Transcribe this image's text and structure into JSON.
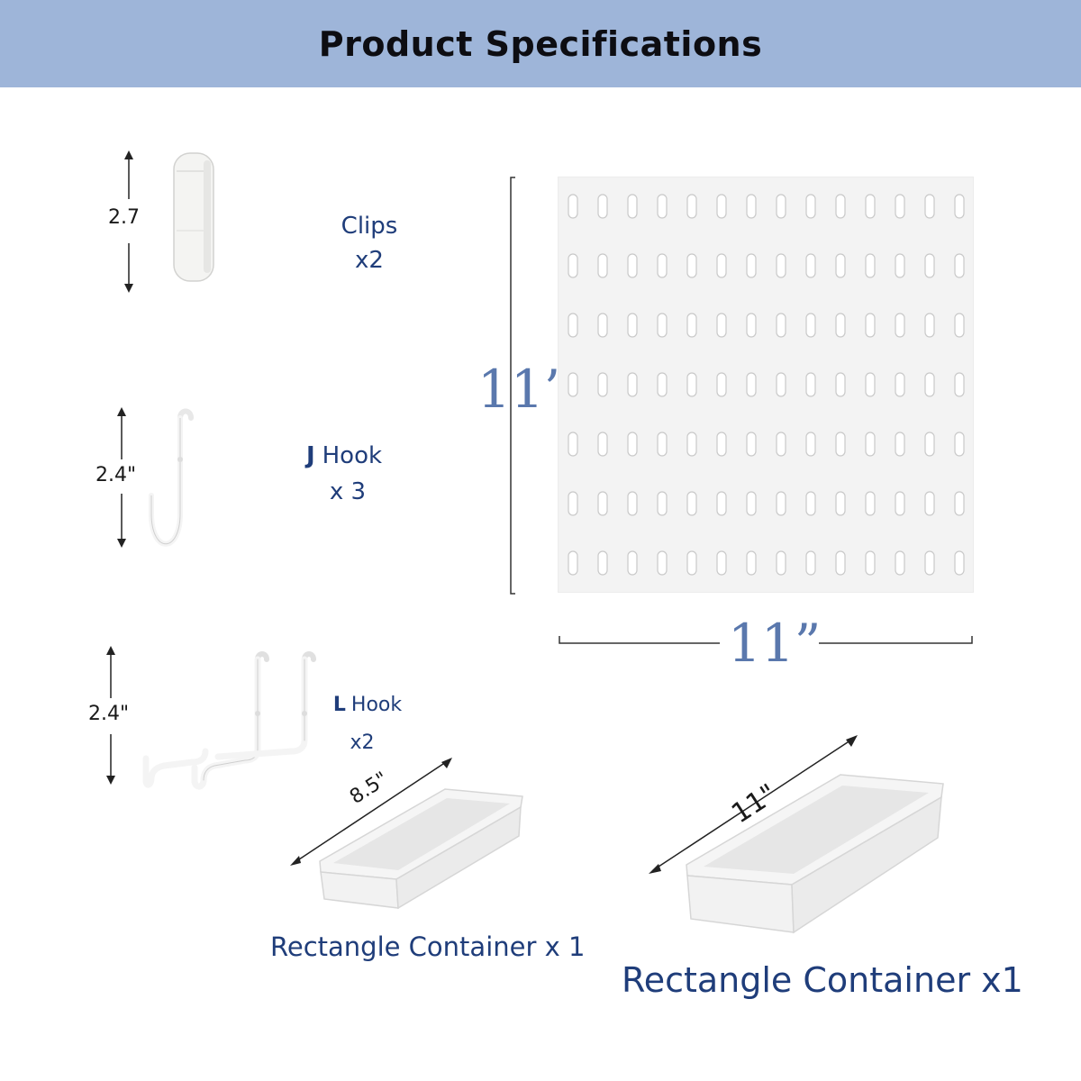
{
  "header": {
    "title": "Product Specifications"
  },
  "colors": {
    "header_bg": "#9eb5d9",
    "label_text": "#1f3d7a",
    "board_dimension_text": "#5a78ad",
    "product_white": "#f2f2f2"
  },
  "clips": {
    "dimension": "2.7",
    "name": "Clips",
    "quantity": "x2"
  },
  "j_hook": {
    "dimension": "2.4\"",
    "name_letter": "J",
    "name": "Hook",
    "quantity": "x 3"
  },
  "l_hook": {
    "dimension": "2.4\"",
    "name_letter": "L",
    "name": "Hook",
    "quantity": "x2"
  },
  "pegboard": {
    "height": "11”",
    "width": "11”"
  },
  "small_container": {
    "dimension": "8.5\"",
    "label": "Rectangle Container x 1"
  },
  "large_container": {
    "dimension": "11\"",
    "label": "Rectangle Container x1"
  }
}
